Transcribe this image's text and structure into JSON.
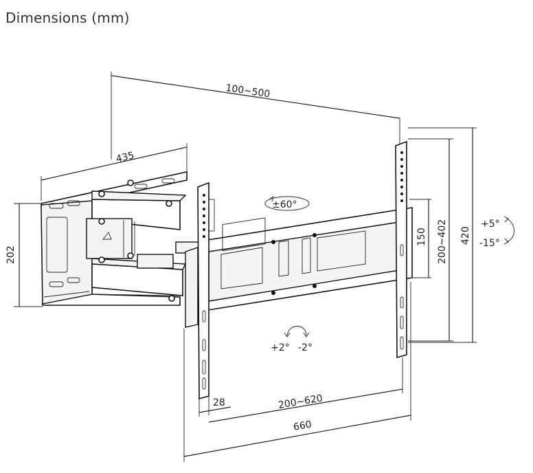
{
  "title": "Dimensions (mm)",
  "dimensions": {
    "arm_width": "100~500",
    "arm_depth": "435",
    "wall_plate_height": "202",
    "vesa_vertical_inner": "150",
    "vesa_vertical_range": "200~402",
    "plate_height": "420",
    "tilt_up": "+5°",
    "tilt_down": "-15°",
    "swivel": "±60°",
    "level_plus": "+2°",
    "level_minus": "-2°",
    "rail_offset": "28",
    "vesa_horizontal_range": "200~620",
    "total_width": "660"
  }
}
